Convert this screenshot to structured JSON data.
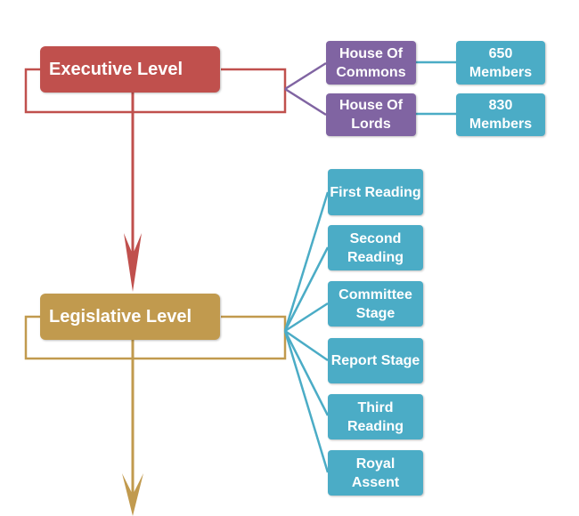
{
  "colors": {
    "executive": "#c0504d",
    "legislative": "#c19a4e",
    "house": "#8064a2",
    "teal": "#4bacc6",
    "background": "#ffffff"
  },
  "executive": {
    "label": "Executive Level"
  },
  "legislative": {
    "label": "Legislative Level"
  },
  "houses": [
    {
      "name": "House Of Commons",
      "members": "650 Members"
    },
    {
      "name": "House Of Lords",
      "members": "830 Members"
    }
  ],
  "stages": [
    "First Reading",
    "Second Reading",
    "Committee Stage",
    "Report Stage",
    "Third Reading",
    "Royal Assent"
  ]
}
